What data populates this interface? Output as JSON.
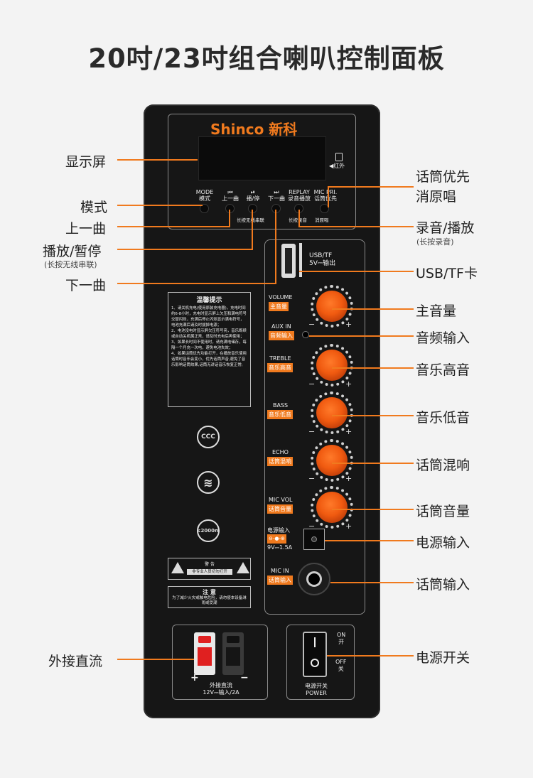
{
  "title": "20吋/23吋组合喇叭控制面板",
  "panel": {
    "brand": "Shinco 新科",
    "ir": "◀红外",
    "buttons": {
      "mode": "MODE\n模式",
      "prev": "⏮\n上一曲",
      "play": "⏯\n播/停",
      "next": "⏭\n下一曲",
      "replay": "REPLAY\n录音播放",
      "mic_pri": "MIC PRI.\n话筒优先"
    },
    "sub_hints": {
      "bt": "长按无线串联",
      "rec": "长按录音",
      "vocal": "消原唱"
    },
    "usb": "USB/TF\n5V⎓输出",
    "notice": {
      "title": "温馨提示",
      "body": "1、请关机充电(使用原装充电器)，充电时间约6-8小时，充电时显示屏上欠压和满电符号交替闪烁，充满后停止闪烁显示满电符号，电池充满后请及时拔掉电源；\n2、电池没电时显示屏欠压符号亮，音乐断续或自动关机属正常，请及时充电后再使用；\n3、如果长时间不使用时，请充满电储存，每隔一个月充一次电，避免电池失效；\n4、如果话筒优先功能打开，在播放音乐使用话筒时音乐会变小，优先话筒声音,避免了音乐影响话筒效果,话筒无讲话音乐恢复正常;"
    },
    "certs": [
      "CCC",
      "≋",
      "≤2000m"
    ],
    "warning": {
      "title": "警 告",
      "body": "非专业人员切勿打开"
    },
    "caution": {
      "title": "注 意",
      "body": "为了减少火灾或触电危险，请勿使本设备淋雨或受潮"
    },
    "controls": [
      {
        "en": "VOLUME",
        "cn": "主音量"
      },
      {
        "en": "AUX IN",
        "cn": "音频输入"
      },
      {
        "en": "TREBLE",
        "cn": "音乐高音"
      },
      {
        "en": "BASS",
        "cn": "音乐低音"
      },
      {
        "en": "ECHO",
        "cn": "话筒混响"
      },
      {
        "en": "MIC VOL",
        "cn": "话筒音量"
      },
      {
        "en": "电源输入",
        "cn": "⊖-●-⊕",
        "extra": "9V⎓1.5A"
      },
      {
        "en": "MIC IN",
        "cn": "话筒输入"
      }
    ],
    "dc": {
      "caption": "外接直流\n12V⎓输入/2A",
      "plus": "+",
      "minus": "−"
    },
    "power": {
      "on": "ON\n开",
      "off": "OFF\n关",
      "caption": "电源开关\nPOWER"
    }
  },
  "labels_left": {
    "display": "显示屏",
    "mode": "模式",
    "prev": "上一曲",
    "play": "播放/暂停",
    "play_sub": "(长按无线串联)",
    "next": "下一曲",
    "dc": "外接直流"
  },
  "labels_right": {
    "mic_pri": "话筒优先\n消原唱",
    "rec": "录音/播放",
    "rec_sub": "(长按录音)",
    "usb": "USB/TF卡",
    "volume": "主音量",
    "aux": "音频输入",
    "treble": "音乐高音",
    "bass": "音乐低音",
    "echo": "话筒混响",
    "mic_vol": "话筒音量",
    "power_in": "电源输入",
    "mic_in": "话筒输入",
    "power_sw": "电源开关"
  },
  "colors": {
    "accent": "#f07a1e",
    "panel": "#161616",
    "bg": "#f3f3f3"
  }
}
